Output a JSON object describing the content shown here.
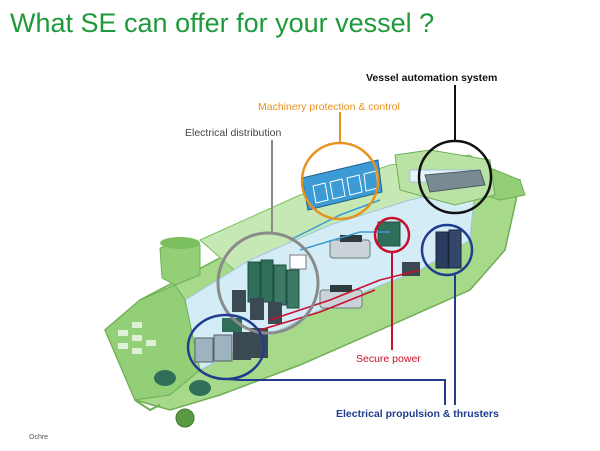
{
  "title": "What SE can offer for your vessel ?",
  "labels": {
    "vessel_automation": "Vessel automation system",
    "machinery": "Machinery protection & control",
    "electrical_distribution": "Electrical distribution",
    "secure_power": "Secure power",
    "propulsion": "Electrical propulsion & thrusters"
  },
  "colors": {
    "title": "#1e9a3a",
    "hull": "#a6d98a",
    "hull_dark": "#7bbf5f",
    "machinery": "#e8911e",
    "electrical": "#8a8a8a",
    "automation": "#111111",
    "secure_power": "#c8102e",
    "propulsion": "#1f3c8f"
  },
  "footer": "Ochre"
}
